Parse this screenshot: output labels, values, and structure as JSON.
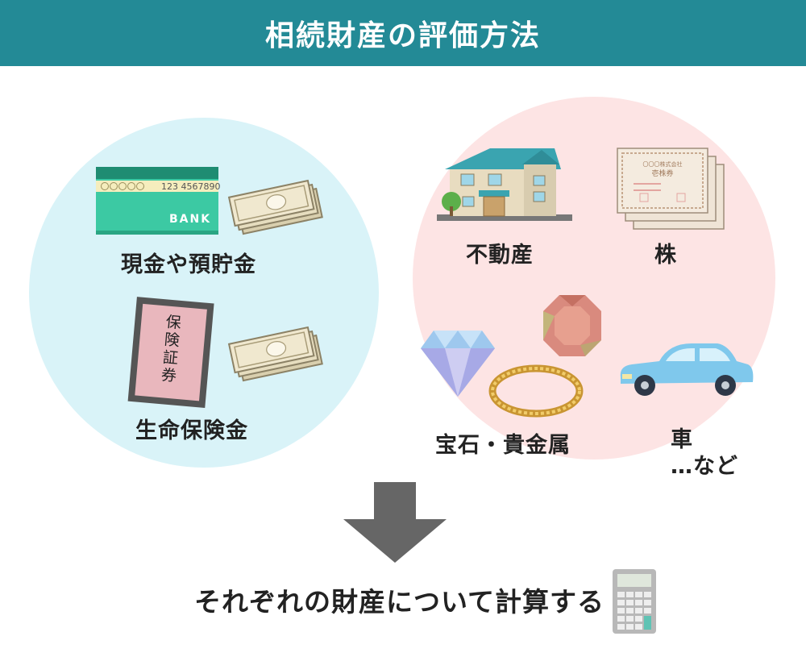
{
  "title": "相続財産の評価方法",
  "left_group": {
    "items": [
      {
        "label": "現金や預貯金",
        "card_brand": "BANK",
        "card_number": "123 4567890"
      },
      {
        "label": "生命保険金",
        "certificate_text": "保険証券"
      }
    ]
  },
  "right_group": {
    "items": [
      {
        "label": "不動産"
      },
      {
        "label": "株",
        "certificate_text": "壱株券",
        "certificate_header": "〇〇〇株式会社"
      },
      {
        "label": "宝石・貴金属"
      },
      {
        "label": "車",
        "suffix": "…など"
      }
    ]
  },
  "footer": {
    "text": "それぞれの財産について計算する"
  },
  "colors": {
    "header": "#238a96",
    "left_circle": "#d9f3f8",
    "right_circle": "#fde4e4",
    "arrow": "#666666"
  },
  "icons": [
    "bank-card-icon",
    "banknotes-icon",
    "insurance-certificate-icon",
    "house-icon",
    "stock-certificate-icon",
    "gem-icon",
    "diamond-icon",
    "ring-icon",
    "car-icon",
    "arrow-down-icon",
    "calculator-icon"
  ]
}
